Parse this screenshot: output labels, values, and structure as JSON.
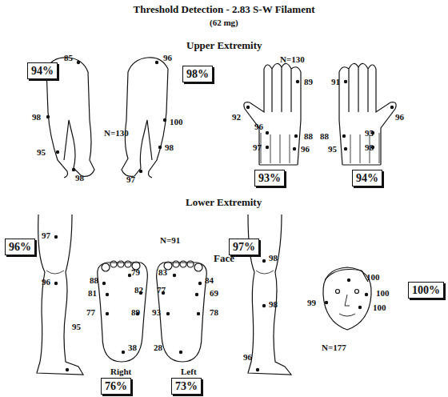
{
  "diagram": {
    "title": "Threshold Detection - 2.83 S-W Filament",
    "nodes": [
      {
        "text": [
          "94%"
        ]
      },
      {
        "text": [
          "98%"
        ]
      },
      {
        "text": [
          "93%"
        ]
      },
      {
        "text": [
          "94%"
        ]
      },
      {
        "text": [
          "96%"
        ]
      },
      {
        "text": [
          "97%"
        ]
      },
      {
        "text": [
          "76%"
        ]
      },
      {
        "text": [
          "73%"
        ]
      },
      {
        "text": [
          "100%"
        ]
      }
    ],
    "labels": [
      "(62 mg)",
      "Upper Extremity",
      "N=130",
      "85",
      "98",
      "95",
      "98",
      "96",
      "100",
      "98",
      "97",
      "N=130",
      "89",
      "92",
      "96",
      "88",
      "97",
      "96",
      "91",
      "96",
      "88",
      "95",
      "95",
      "98",
      "Lower Extremity",
      "97",
      "96",
      "95",
      "98",
      "98",
      "96",
      "N=91",
      "79",
      "88",
      "82",
      "81",
      "77",
      "89",
      "38",
      "Right",
      "83",
      "84",
      "77",
      "69",
      "93",
      "78",
      "28",
      "Left",
      "Face",
      "100",
      "99",
      "100",
      "100",
      "N=177"
    ]
  }
}
